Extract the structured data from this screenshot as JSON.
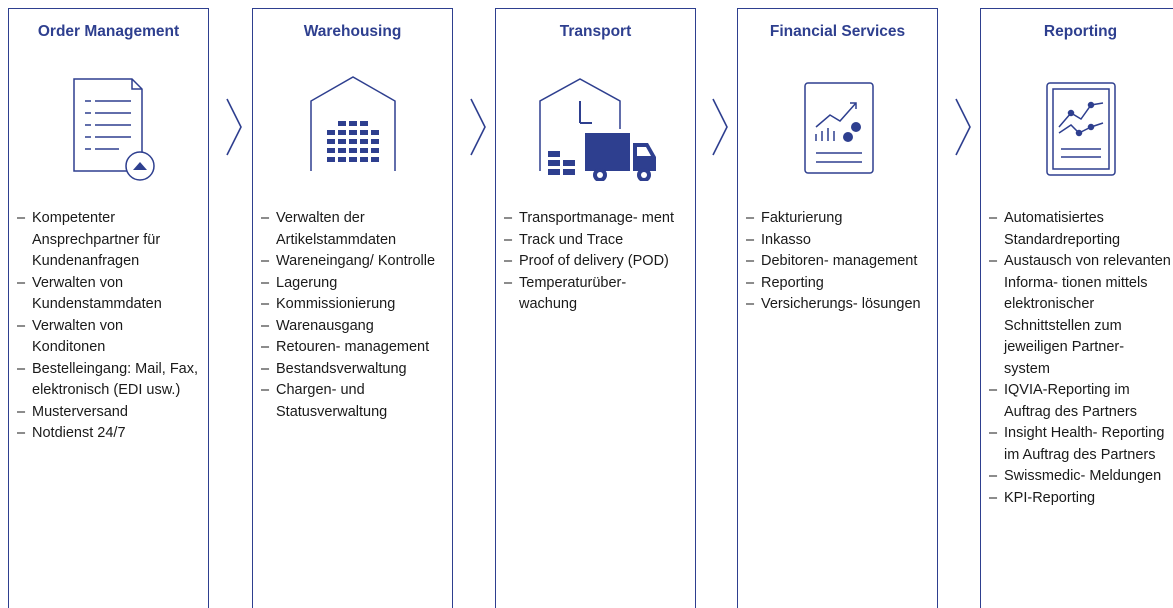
{
  "columns": [
    {
      "title": "Order Management",
      "icon": "order-document-icon",
      "items": [
        "Kompetenter Ansprechpartner für Kundenanfragen",
        "Verwalten von Kundenstammdaten",
        "Verwalten von Konditonen",
        "Bestelleingang: Mail, Fax, elektronisch (EDI usw.)",
        "Musterversand",
        "Notdienst 24/7"
      ]
    },
    {
      "title": "Warehousing",
      "icon": "warehouse-icon",
      "items": [
        "Verwalten der Artikelstammdaten",
        "Wareneingang/ Kontrolle",
        "Lagerung",
        "Kommissionierung",
        "Warenausgang",
        "Retouren- management",
        "Bestandsverwaltung",
        "Chargen- und Statusverwaltung"
      ]
    },
    {
      "title": "Transport",
      "icon": "truck-icon",
      "items": [
        "Transportmanage- ment",
        "Track und Trace",
        "Proof of delivery (POD)",
        "Temperaturüber- wachung"
      ]
    },
    {
      "title": "Financial Services",
      "icon": "financial-report-icon",
      "items": [
        "Fakturierung",
        "Inkasso",
        "Debitoren- management",
        "Reporting",
        "Versicherungs- lösungen"
      ]
    },
    {
      "title": "Reporting",
      "icon": "line-chart-report-icon",
      "items": [
        "Automatisiertes Standardreporting",
        "Austausch von relevanten Informa- tionen mittels elektronischer Schnittstellen zum jeweiligen Partner- system",
        "IQVIA-Reporting im Auftrag des Partners",
        "Insight Health- Reporting im Auftrag des Partners",
        "Swissmedic- Meldungen",
        "KPI-Reporting"
      ]
    }
  ],
  "colors": {
    "accent": "#2e3f8f",
    "text": "#1a1a1a",
    "background": "#ffffff"
  }
}
